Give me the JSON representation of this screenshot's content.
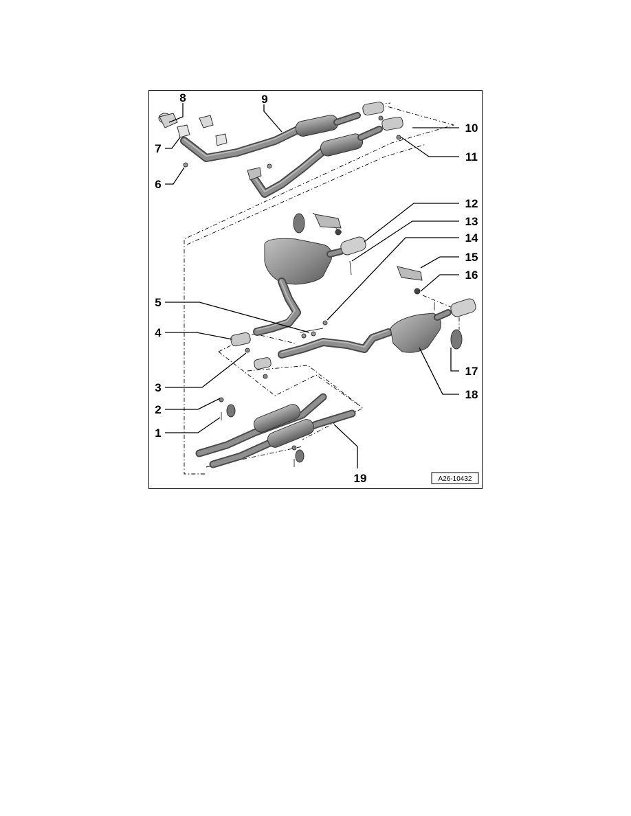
{
  "figure": {
    "reference_code": "A26-10432",
    "callouts": [
      "1",
      "2",
      "3",
      "4",
      "5",
      "6",
      "7",
      "8",
      "9",
      "10",
      "11",
      "12",
      "13",
      "14",
      "15",
      "16",
      "17",
      "18",
      "19"
    ]
  },
  "colors": {
    "part_fill": "#8c8c8c",
    "part_shade": "#5a5a5a",
    "line": "#000000",
    "background": "#ffffff"
  }
}
